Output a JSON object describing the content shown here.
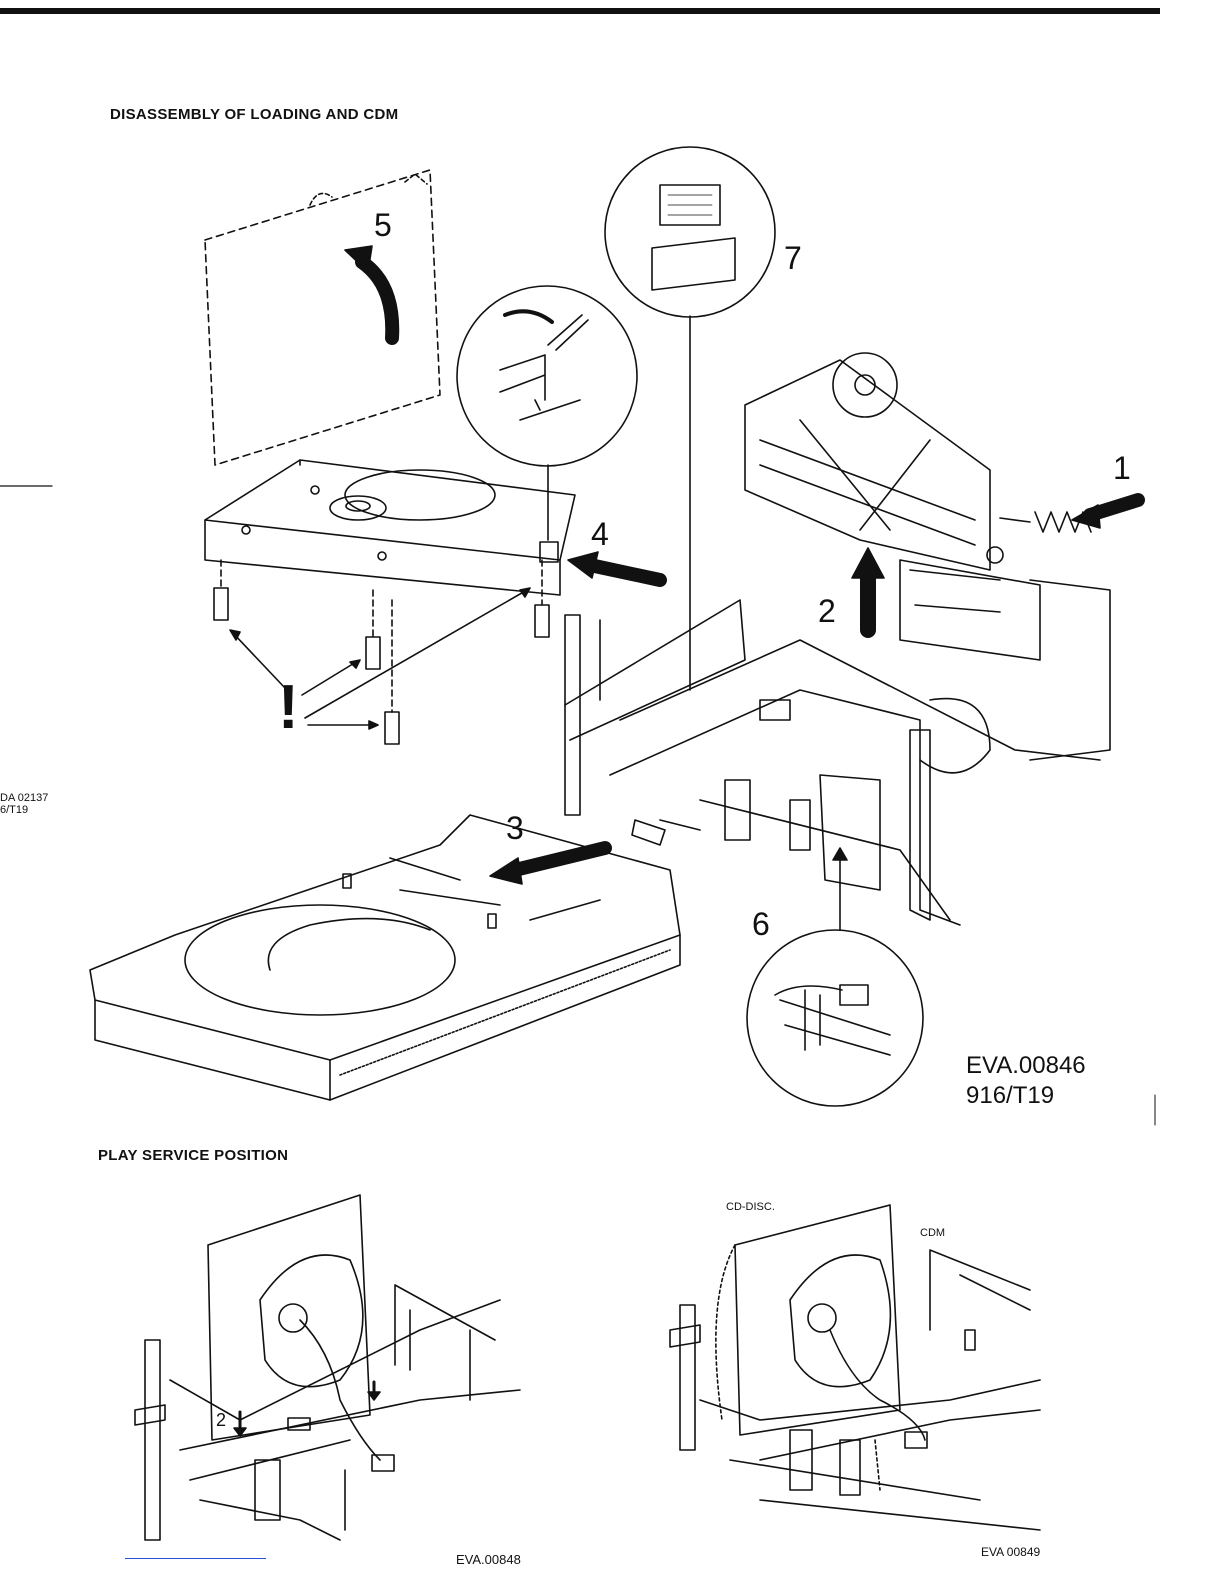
{
  "sections": {
    "disassembly": {
      "title": "DISASSEMBLY OF LOADING AND CDM"
    },
    "play_service": {
      "title": "PLAY SERVICE POSITION"
    }
  },
  "callouts": {
    "step1": "1",
    "step2": "2",
    "step3": "3",
    "step4": "4",
    "step5": "5",
    "step6": "6",
    "step7": "7"
  },
  "warning_mark": "!",
  "reference_main": {
    "line1": "EVA.00846",
    "line2": "916/T19"
  },
  "left_margin_ref": {
    "line1": "DA 02137",
    "line2": "6/T19"
  },
  "service_left": {
    "step_label": "2",
    "reference": "EVA.00848"
  },
  "service_right": {
    "disc_label": "CD-DISC.",
    "cdm_label": "CDM",
    "reference": "EVA 00849"
  },
  "colors": {
    "ink": "#111111",
    "paper": "#ffffff",
    "link": "#2a4fd8"
  }
}
